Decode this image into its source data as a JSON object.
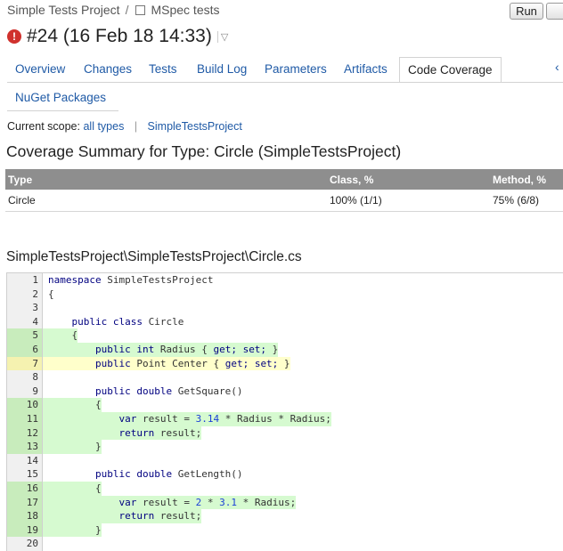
{
  "breadcrumb": {
    "project": "Simple Tests Project",
    "separator": "/",
    "config": "MSpec tests"
  },
  "run_button": {
    "label": "Run"
  },
  "build": {
    "title": "#24 (16 Feb 18 14:33)",
    "status_icon": "!"
  },
  "tabs": [
    {
      "label": "Overview",
      "active": false
    },
    {
      "label": "Changes",
      "active": false
    },
    {
      "label": "Tests",
      "active": false
    },
    {
      "label": "Build Log",
      "active": false
    },
    {
      "label": "Parameters",
      "active": false
    },
    {
      "label": "Artifacts",
      "active": false
    },
    {
      "label": "Code Coverage",
      "active": true
    },
    {
      "label": "NuGet Packages",
      "active": false
    }
  ],
  "scope": {
    "label": "Current scope:",
    "all_types": "all types",
    "sep": "|",
    "project": "SimpleTestsProject"
  },
  "coverage": {
    "title": "Coverage Summary for Type: Circle (SimpleTestsProject)",
    "headers": {
      "type": "Type",
      "class": "Class, %",
      "method": "Method, %"
    },
    "row": {
      "type": "Circle",
      "class": "100% (1/1)",
      "method": "75% (6/8)"
    }
  },
  "file": {
    "path": "SimpleTestsProject\\SimpleTestsProject\\Circle.cs"
  },
  "code_lines": [
    {
      "n": "1",
      "cov": "none"
    },
    {
      "n": "2",
      "cov": "none"
    },
    {
      "n": "3",
      "cov": "none"
    },
    {
      "n": "4",
      "cov": "none"
    },
    {
      "n": "5",
      "cov": "full"
    },
    {
      "n": "6",
      "cov": "full"
    },
    {
      "n": "7",
      "cov": "partial"
    },
    {
      "n": "8",
      "cov": "none"
    },
    {
      "n": "9",
      "cov": "none"
    },
    {
      "n": "10",
      "cov": "full"
    },
    {
      "n": "11",
      "cov": "full"
    },
    {
      "n": "12",
      "cov": "full"
    },
    {
      "n": "13",
      "cov": "full"
    },
    {
      "n": "14",
      "cov": "none"
    },
    {
      "n": "15",
      "cov": "none"
    },
    {
      "n": "16",
      "cov": "full"
    },
    {
      "n": "17",
      "cov": "full"
    },
    {
      "n": "18",
      "cov": "full"
    },
    {
      "n": "19",
      "cov": "full"
    },
    {
      "n": "20",
      "cov": "none"
    }
  ],
  "code": {
    "l1": {
      "kw": "namespace",
      "rest": " SimpleTestsProject"
    },
    "l2": "{",
    "l4": {
      "kw": "public class",
      "rest": " Circle"
    },
    "l5": "{",
    "l6": {
      "kw1": "public int",
      "mid": " Radius { ",
      "kw2": "get; set;",
      "end": " }"
    },
    "l7": {
      "kw1": "public",
      "mid": " Point Center { ",
      "kw2": "get; set;",
      "end": " }"
    },
    "l9": {
      "kw": "public double",
      "rest": " GetSquare()"
    },
    "l10": "{",
    "l11": {
      "kw": "var",
      "pre": " result = ",
      "num": "3.14",
      "post": " * Radius * Radius;"
    },
    "l12": {
      "kw": "return",
      "rest": " result;"
    },
    "l13": "}",
    "l15": {
      "kw": "public double",
      "rest": " GetLength()"
    },
    "l16": "{",
    "l17": {
      "kw": "var",
      "pre": " result = ",
      "num1": "2",
      "mid": " * ",
      "num2": "3.1",
      "post": " * Radius;"
    },
    "l18": {
      "kw": "return",
      "rest": " result;"
    },
    "l19": "}"
  }
}
